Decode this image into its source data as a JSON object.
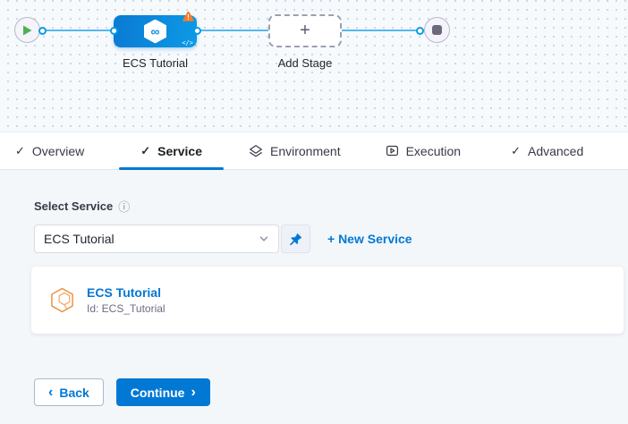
{
  "pipeline": {
    "stage": {
      "label": "ECS Tutorial",
      "hex_glyph": "∞",
      "code_glyph": "</>",
      "warning_glyph": "!"
    },
    "add_stage": {
      "label": "Add Stage",
      "plus_glyph": "+"
    }
  },
  "icons": {
    "check": "✓",
    "info": "ⓘ"
  },
  "tabs": [
    {
      "label": "Overview",
      "icon": "check"
    },
    {
      "label": "Service",
      "icon": "check",
      "active": true
    },
    {
      "label": "Environment",
      "icon": "environment"
    },
    {
      "label": "Execution",
      "icon": "execution"
    },
    {
      "label": "Advanced",
      "icon": "check"
    }
  ],
  "form": {
    "label": "Select Service",
    "selected_value": "ECS Tutorial",
    "new_service_link": "+ New Service"
  },
  "card": {
    "title": "ECS Tutorial",
    "id": "Id: ECS_Tutorial"
  },
  "footer": {
    "back_chevron": "‹",
    "back_label": "Back",
    "continue_label": "Continue",
    "continue_chevron": "›"
  },
  "colors": {
    "accent_blue": "#0278d5",
    "stage_blue_start": "#0a7ad3",
    "stage_blue_end": "#0c9ae6",
    "connector_blue": "#54b8ee",
    "warning_orange": "#f97a28",
    "start_green": "#4eb153",
    "content_bg": "#f3f7fa",
    "canvas_bg": "#f7fafd"
  }
}
